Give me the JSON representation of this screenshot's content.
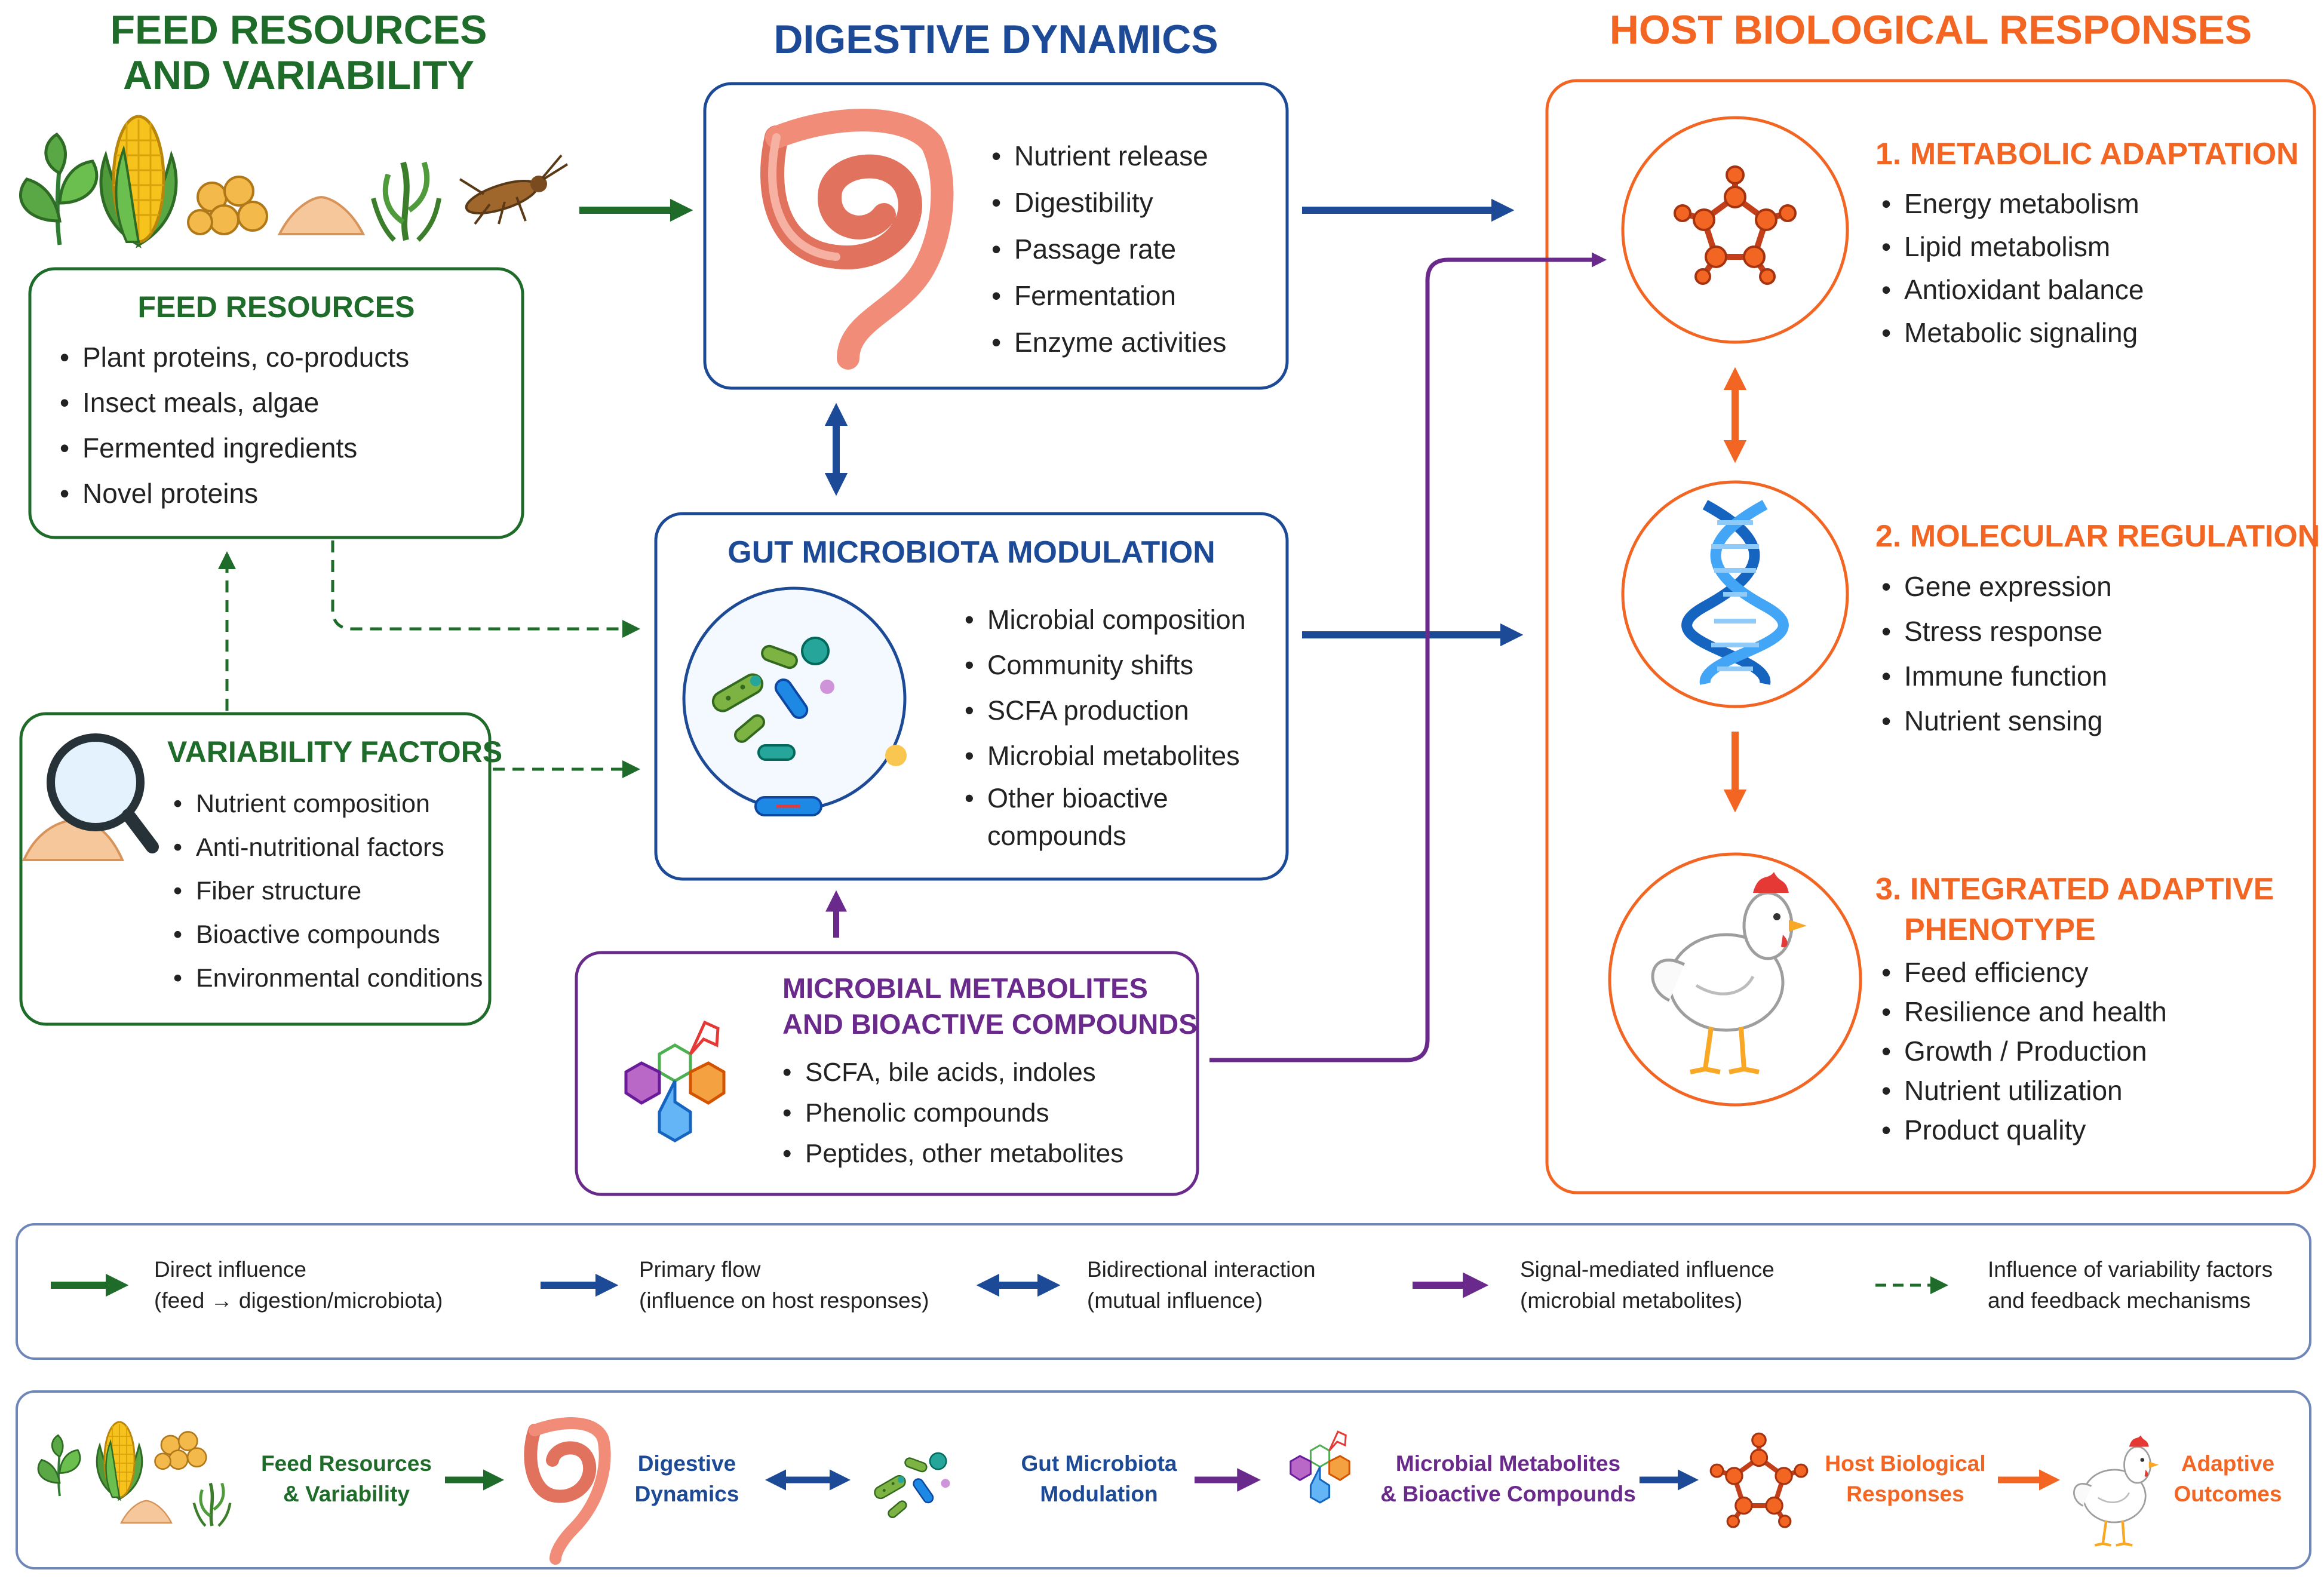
{
  "headers": {
    "feed": [
      "FEED RESOURCES",
      "AND VARIABILITY"
    ],
    "digestive": "DIGESTIVE DYNAMICS",
    "host": "HOST BIOLOGICAL RESPONSES"
  },
  "feed_resources": {
    "title": "FEED RESOURCES",
    "items": [
      "Plant proteins, co-products",
      "Insect meals, algae",
      "Fermented ingredients",
      "Novel proteins"
    ]
  },
  "variability_factors": {
    "title": "VARIABILITY FACTORS",
    "items": [
      "Nutrient composition",
      "Anti-nutritional factors",
      "Fiber structure",
      "Bioactive compounds",
      "Environmental conditions"
    ]
  },
  "digestive": {
    "items": [
      "Nutrient release",
      "Digestibility",
      "Passage rate",
      "Fermentation",
      "Enzyme activities"
    ]
  },
  "microbiota": {
    "title": "GUT MICROBIOTA MODULATION",
    "items": [
      "Microbial composition",
      "Community shifts",
      "SCFA production",
      "Microbial metabolites",
      "Other bioactive",
      "compounds"
    ]
  },
  "metabolites": {
    "title": [
      "MICROBIAL METABOLITES",
      "AND BIOACTIVE COMPOUNDS"
    ],
    "items": [
      "SCFA, bile acids, indoles",
      "Phenolic compounds",
      "Peptides, other metabolites"
    ]
  },
  "host": {
    "metabolic": {
      "title": "1. METABOLIC ADAPTATION",
      "items": [
        "Energy metabolism",
        "Lipid metabolism",
        "Antioxidant balance",
        "Metabolic signaling"
      ]
    },
    "molecular": {
      "title": "2. MOLECULAR REGULATION",
      "items": [
        "Gene expression",
        "Stress response",
        "Immune function",
        "Nutrient sensing"
      ]
    },
    "phenotype": {
      "title": [
        "3. INTEGRATED ADAPTIVE",
        "PHENOTYPE"
      ],
      "items": [
        "Feed efficiency",
        "Resilience and health",
        "Growth / Production",
        "Nutrient utilization",
        "Product quality"
      ]
    }
  },
  "legend": [
    {
      "icon": "green-arrow",
      "lines": [
        "Direct influence",
        "(feed → digestion/microbiota)"
      ]
    },
    {
      "icon": "blue-arrow",
      "lines": [
        "Primary flow",
        "(influence on host responses)"
      ]
    },
    {
      "icon": "blue-double-arrow",
      "lines": [
        "Bidirectional interaction",
        "(mutual influence)"
      ]
    },
    {
      "icon": "purple-arrow",
      "lines": [
        "Signal-mediated influence",
        "(microbial metabolites)"
      ]
    },
    {
      "icon": "green-dashed-arrow",
      "lines": [
        "Influence of variability factors",
        "and feedback mechanisms"
      ]
    }
  ],
  "flow_summary": [
    {
      "lines": [
        "Feed Resources",
        "& Variability"
      ]
    },
    {
      "lines": [
        "Digestive",
        "Dynamics"
      ]
    },
    {
      "lines": [
        "Gut Microbiota",
        "Modulation"
      ]
    },
    {
      "lines": [
        "Microbial Metabolites",
        "& Bioactive Compounds"
      ]
    },
    {
      "lines": [
        "Host Biological",
        "Responses"
      ]
    },
    {
      "lines": [
        "Adaptive",
        "Outcomes"
      ]
    }
  ],
  "colors": {
    "green": "#1e6b2a",
    "blue": "#1c4a96",
    "purple": "#6a2a8c",
    "orange": "#f26522"
  }
}
